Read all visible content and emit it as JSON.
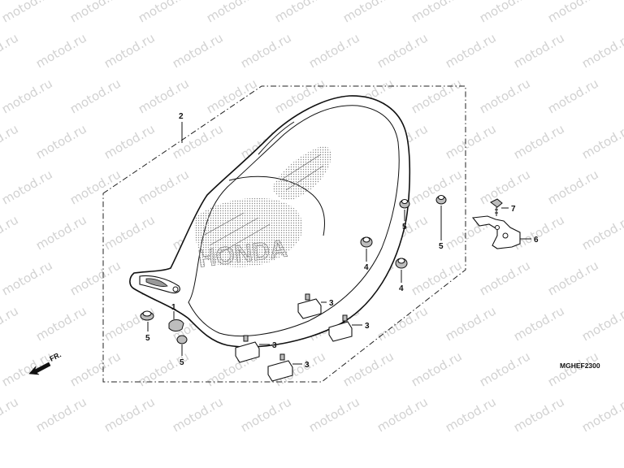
{
  "watermark": "motod.ru",
  "diagram_code": "MGHEF2300",
  "front_arrow": {
    "label": "FR."
  },
  "seat_logo_text": "HONDA",
  "callouts": [
    {
      "id": "c2",
      "label": "2"
    },
    {
      "id": "c1",
      "label": "1"
    },
    {
      "id": "c5a",
      "label": "5"
    },
    {
      "id": "c5b",
      "label": "5"
    },
    {
      "id": "c5c",
      "label": "5"
    },
    {
      "id": "c5d",
      "label": "5"
    },
    {
      "id": "c4a",
      "label": "4"
    },
    {
      "id": "c4b",
      "label": "4"
    },
    {
      "id": "c3a",
      "label": "3"
    },
    {
      "id": "c3b",
      "label": "3"
    },
    {
      "id": "c3c",
      "label": "3"
    },
    {
      "id": "c3d",
      "label": "3"
    },
    {
      "id": "c6",
      "label": "6"
    },
    {
      "id": "c7",
      "label": "7"
    }
  ]
}
